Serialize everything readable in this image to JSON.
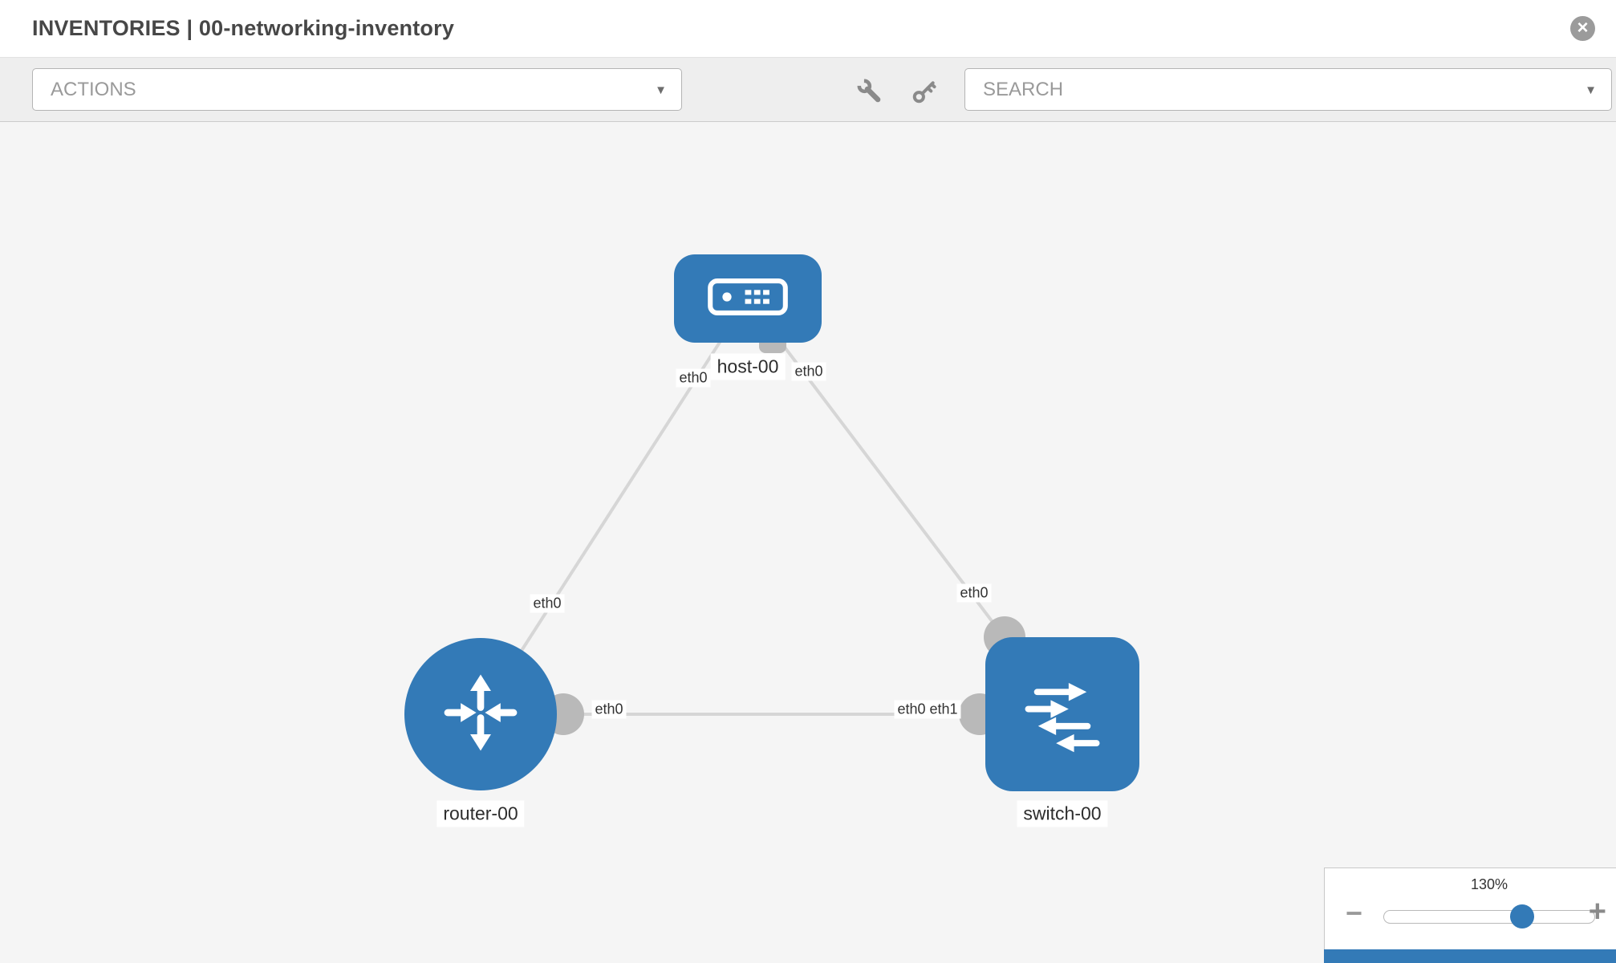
{
  "header": {
    "title": "INVENTORIES | 00-networking-inventory"
  },
  "toolbar": {
    "actions_label": "ACTIONS",
    "search_label": "SEARCH"
  },
  "icons": {
    "close_glyph": "×",
    "chevron_glyph": "▼"
  },
  "topology": {
    "nodes": [
      {
        "id": "host-00",
        "type": "host",
        "label": "host-00"
      },
      {
        "id": "router-00",
        "type": "router",
        "label": "router-00"
      },
      {
        "id": "switch-00",
        "type": "switch",
        "label": "switch-00"
      }
    ],
    "links": [
      {
        "from": "host-00",
        "from_if": "eth0",
        "to": "router-00",
        "to_if": "eth0"
      },
      {
        "from": "host-00",
        "from_if": "eth0",
        "to": "switch-00",
        "to_if": "eth0"
      },
      {
        "from": "router-00",
        "from_if": "eth0",
        "to": "switch-00",
        "to_if": "eth1",
        "to_if_overlapped": "eth0"
      }
    ]
  },
  "zoom": {
    "value": "130%",
    "zoom_out_label": "−",
    "zoom_in_label": "+"
  },
  "colors": {
    "node_fill": "#337ab7",
    "link_stroke": "#d6d6d6",
    "connector_fill": "#b9b9b9",
    "canvas_bg": "#f5f5f5"
  }
}
